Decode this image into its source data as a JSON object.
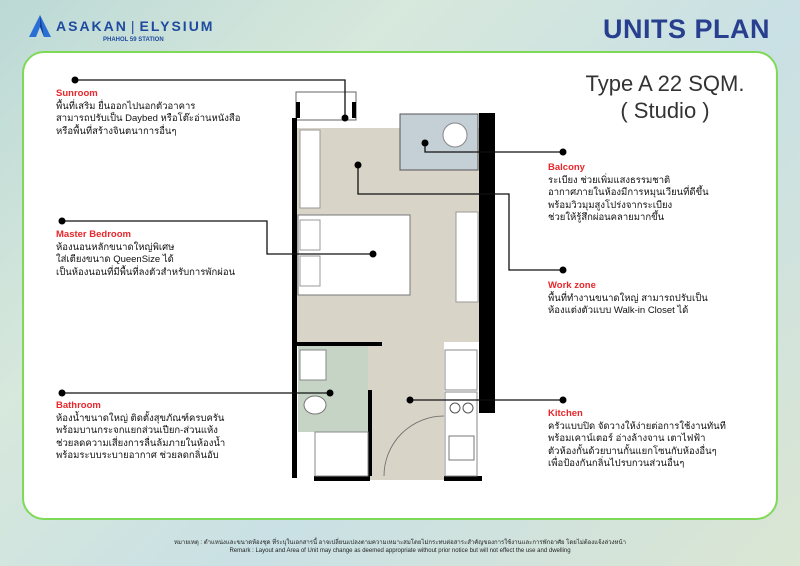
{
  "brand": {
    "name": "ASAKAN",
    "sub": "ELYSIUM",
    "station": "PHAHOL 59 STATION"
  },
  "header": {
    "title": "UNITS PLAN"
  },
  "unit": {
    "type_line": "Type A  22 SQM.",
    "kind": "( Studio )"
  },
  "areas": {
    "sunroom": {
      "title": "Sunroom",
      "lines": [
        "พื้นที่เสริม ยื่นออกไปนอกตัวอาคาร",
        "สามารถปรับเป็น Daybed หรือโต๊ะอ่านหนังสือ",
        "หรือพื้นที่สร้างจินตนาการอื่นๆ"
      ]
    },
    "bedroom": {
      "title": "Master Bedroom",
      "lines": [
        "ห้องนอนหลักขนาดใหญ่พิเศษ",
        "ใส่เตียงขนาด QueenSize ได้",
        "เป็นห้องนอนที่มีพื้นที่ลงตัวสำหรับการพักผ่อน"
      ]
    },
    "bathroom": {
      "title": "Bathroom",
      "lines": [
        "ห้องน้ำขนาดใหญ่ ติดตั้งสุขภัณฑ์ครบครัน",
        "พร้อมบานกระจกแยกส่วนเปียก-ส่วนแห้ง",
        "ช่วยลดความเสี่ยงการลื่นล้มภายในห้องน้ำ",
        "พร้อมระบบระบายอากาศ ช่วยลดกลิ่นอับ"
      ]
    },
    "balcony": {
      "title": "Balcony",
      "lines": [
        "ระเบียง ช่วยเพิ่มแสงธรรมชาติ",
        "อากาศภายในห้องมีการหมุนเวียนที่ดีขึ้น",
        "พร้อมวิวมุมสูงโปร่งจากระเบียง",
        "ช่วยให้รู้สึกผ่อนคลายมากขึ้น"
      ]
    },
    "workzone": {
      "title": "Work zone",
      "lines": [
        "พื้นที่ทำงานขนาดใหญ่ สามารถปรับเป็น",
        "ห้องแต่งตัวแบบ Walk-in Closet ได้"
      ]
    },
    "kitchen": {
      "title": "Kitchen",
      "lines": [
        "ครัวแบบปิด จัดวางให้ง่ายต่อการใช้งานทันที",
        "พร้อมเคาน์เตอร์ อ่างล้างจาน เตาไฟฟ้า",
        "ตัวห้องกั้นด้วยบานกั้นแยกโซนกับห้องอื่นๆ",
        "เพื่อป้องกันกลิ่นไปรบกวนส่วนอื่นๆ"
      ]
    }
  },
  "remark": {
    "th": "หมายเหตุ : ตำแหน่งและขนาดห้องชุด ที่ระบุในเอกสารนี้ อาจเปลี่ยนแปลงตามความเหมาะสมโดยไม่กระทบต่อสาระสำคัญของการใช้งานและการพักอาศัย โดยไม่ต้องแจ้งล่วงหน้า",
    "en": "Remark : Layout and Area of Unit may change as deemed appropriate without prior notice but will not effect the use and dwelling"
  },
  "colors": {
    "accent": "#e8262b",
    "brand": "#283f8f",
    "border": "#7ed957"
  }
}
